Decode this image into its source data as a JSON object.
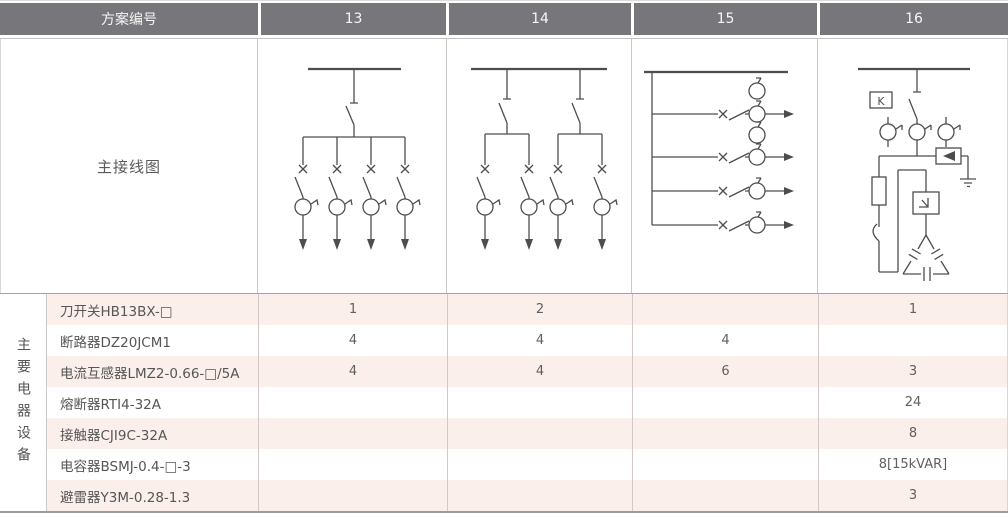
{
  "header": {
    "plan_label": "方案编号",
    "schemes": [
      "13",
      "14",
      "15",
      "16"
    ]
  },
  "diagram_row": {
    "label": "主接线图",
    "scheme16_k_label": "K"
  },
  "equipment": {
    "vertical_label": "主要电器设备",
    "rows": [
      {
        "name": "刀开关HB13BX-□",
        "q13": "1",
        "q14": "2",
        "q15": "",
        "q16": "1"
      },
      {
        "name": "断路器DZ20JCM1",
        "q13": "4",
        "q14": "4",
        "q15": "4",
        "q16": ""
      },
      {
        "name": "电流互感器LMZ2-0.66-□/5A",
        "q13": "4",
        "q14": "4",
        "q15": "6",
        "q16": "3"
      },
      {
        "name": "熔断器RTI4-32A",
        "q13": "",
        "q14": "",
        "q15": "",
        "q16": "24"
      },
      {
        "name": "接触器CJI9C-32A",
        "q13": "",
        "q14": "",
        "q15": "",
        "q16": "8"
      },
      {
        "name": "电容器BSMJ-0.4-□-3",
        "q13": "",
        "q14": "",
        "q15": "",
        "q16": "8[15kVAR]"
      },
      {
        "name": "避雷器Y3M-0.28-1.3",
        "q13": "",
        "q14": "",
        "q15": "",
        "q16": "3"
      }
    ]
  },
  "colors": {
    "header_bg": "#77777b",
    "row_pink": "#fbefec",
    "diagram_stroke": "#4d4d4d",
    "divider": "#d2c9c6",
    "bottom_border": "#9b9b9b"
  }
}
